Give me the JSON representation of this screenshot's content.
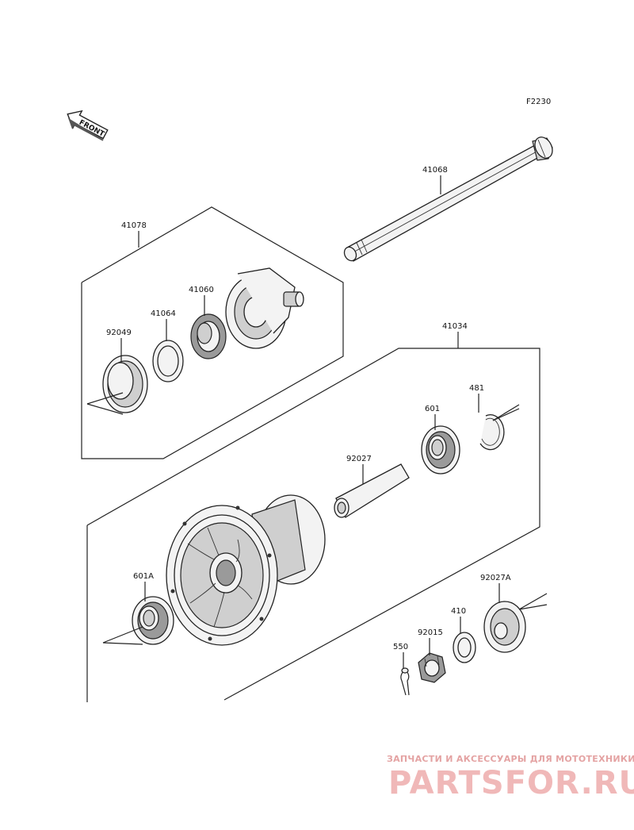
{
  "figure_code": "F2230",
  "front_label": "FRONT",
  "labels": {
    "shaft": "41068",
    "speedo_assy": "41078",
    "speedo_gear": "41060",
    "speedo_washer": "41064",
    "speedo_seal": "92049",
    "hub_assy": "41034",
    "circlip": "481",
    "bearing_left": "601",
    "spacer": "92027",
    "bearing_right": "601A",
    "collar": "92027A",
    "washer": "410",
    "nut": "92015",
    "cotter_pin": "550"
  },
  "watermark": {
    "line1": "ЗАПЧАСТИ И АКСЕССУАРЫ ДЛЯ МОТОТЕХНИКИ",
    "line2": "PARTSFOR.RU"
  }
}
